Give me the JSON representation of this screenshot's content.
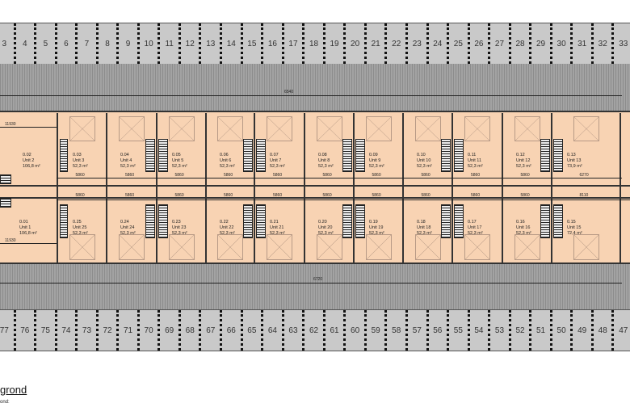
{
  "title": "grond",
  "subtitle": "ond:",
  "colors": {
    "unit_fill": "#f8d3b3",
    "parking": "#c9c9c9",
    "road": "#8c8c8c",
    "wall": "#333333"
  },
  "parking_top": [
    "3",
    "4",
    "5",
    "6",
    "7",
    "8",
    "9",
    "10",
    "11",
    "12",
    "13",
    "14",
    "15",
    "16",
    "17",
    "18",
    "19",
    "20",
    "21",
    "22",
    "23",
    "24",
    "25",
    "26",
    "27",
    "28",
    "29",
    "30",
    "31",
    "32",
    "33"
  ],
  "parking_bottom": [
    "77",
    "76",
    "75",
    "74",
    "73",
    "72",
    "71",
    "70",
    "69",
    "68",
    "67",
    "66",
    "65",
    "64",
    "63",
    "62",
    "61",
    "60",
    "59",
    "58",
    "57",
    "56",
    "55",
    "54",
    "53",
    "52",
    "51",
    "50",
    "49",
    "48",
    "47"
  ],
  "dimensions": {
    "top_road": "6540",
    "bottom_road": "6720",
    "left_upper": "11930",
    "left_lower": "11930",
    "upper_row": [
      "5860",
      "5860",
      "5860",
      "5860",
      "5860",
      "5860",
      "5860",
      "5860",
      "5860",
      "5860",
      "6270"
    ],
    "lower_row": [
      "5860",
      "5860",
      "5860",
      "5860",
      "5860",
      "5860",
      "5860",
      "5860",
      "5860",
      "5860",
      "8110"
    ]
  },
  "units_upper": [
    {
      "code": "0.02",
      "name": "Unit 2",
      "area": "106,8 m²"
    },
    {
      "code": "0.03",
      "name": "Unit 3",
      "area": "52,3 m²"
    },
    {
      "code": "0.04",
      "name": "Unit 4",
      "area": "52,3 m²"
    },
    {
      "code": "0.05",
      "name": "Unit 5",
      "area": "52,3 m²"
    },
    {
      "code": "0.06",
      "name": "Unit 6",
      "area": "52,3 m²"
    },
    {
      "code": "0.07",
      "name": "Unit 7",
      "area": "52,3 m²"
    },
    {
      "code": "0.08",
      "name": "Unit 8",
      "area": "52,3 m²"
    },
    {
      "code": "0.09",
      "name": "Unit 9",
      "area": "52,3 m²"
    },
    {
      "code": "0.10",
      "name": "Unit 10",
      "area": "52,3 m²"
    },
    {
      "code": "0.11",
      "name": "Unit 11",
      "area": "52,3 m²"
    },
    {
      "code": "0.12",
      "name": "Unit 12",
      "area": "52,3 m²"
    },
    {
      "code": "0.13",
      "name": "Unit 13",
      "area": "73,9 m²"
    }
  ],
  "units_lower": [
    {
      "code": "0.01",
      "name": "Unit 1",
      "area": "106,8 m²"
    },
    {
      "code": "0.25",
      "name": "Unit 25",
      "area": "52,3 m²"
    },
    {
      "code": "0.24",
      "name": "Unit 24",
      "area": "52,3 m²"
    },
    {
      "code": "0.23",
      "name": "Unit 23",
      "area": "52,3 m²"
    },
    {
      "code": "0.22",
      "name": "Unit 22",
      "area": "52,3 m²"
    },
    {
      "code": "0.21",
      "name": "Unit 21",
      "area": "52,3 m²"
    },
    {
      "code": "0.20",
      "name": "Unit 20",
      "area": "52,3 m²"
    },
    {
      "code": "0.19",
      "name": "Unit 19",
      "area": "52,3 m²"
    },
    {
      "code": "0.18",
      "name": "Unit 18",
      "area": "52,3 m²"
    },
    {
      "code": "0.17",
      "name": "Unit 17",
      "area": "52,3 m²"
    },
    {
      "code": "0.16",
      "name": "Unit 16",
      "area": "52,3 m²"
    },
    {
      "code": "0.15",
      "name": "Unit 15",
      "area": "72,4 m²"
    }
  ]
}
